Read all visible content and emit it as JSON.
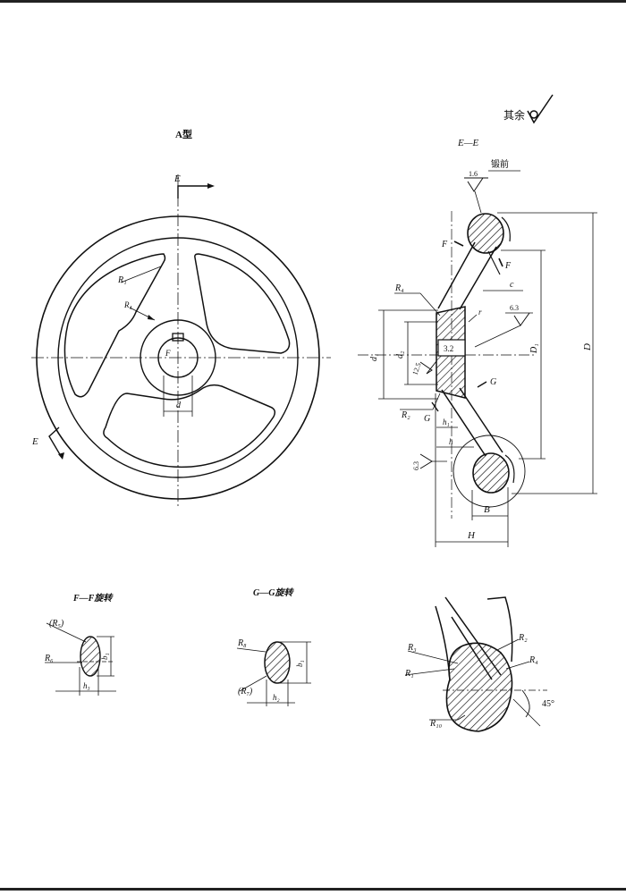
{
  "header": {
    "surface_note": "其余"
  },
  "view_a": {
    "title": "A型",
    "section_marks": [
      "E",
      "E"
    ],
    "labels": {
      "r1": "R₁",
      "r4": "R₄",
      "d": "d",
      "f": "F"
    }
  },
  "view_ee": {
    "title": "E—E",
    "chamfer_note": "锻前",
    "roughness": [
      "1.6",
      "6.3",
      "3.2",
      "12.5",
      "6.3"
    ],
    "labels": {
      "f_top": "F",
      "f_right": "F",
      "r4": "R₄",
      "r": "r",
      "c": "c",
      "d1": "d₁",
      "d2": "d₂",
      "D1": "D₁",
      "D": "D",
      "G_mid": "G",
      "r2": "R₂",
      "G_low": "G",
      "h1": "h₁",
      "h": "h",
      "B": "B",
      "H": "H"
    }
  },
  "section_ff": {
    "title": "F—F旋转",
    "labels": {
      "r5": "(R₅)",
      "r6": "R₆",
      "b1": "b₁",
      "h3": "h₃"
    }
  },
  "section_gg": {
    "title": "G—G旋转",
    "labels": {
      "r8": "R₈",
      "r7": "(R₇)",
      "b1": "b₁",
      "h2": "h₂"
    }
  },
  "detail": {
    "labels": {
      "r3": "R₃",
      "r1": "R₁",
      "r2": "R₂",
      "r4": "R₄",
      "r10": "R₁₀",
      "angle": "45°"
    }
  }
}
